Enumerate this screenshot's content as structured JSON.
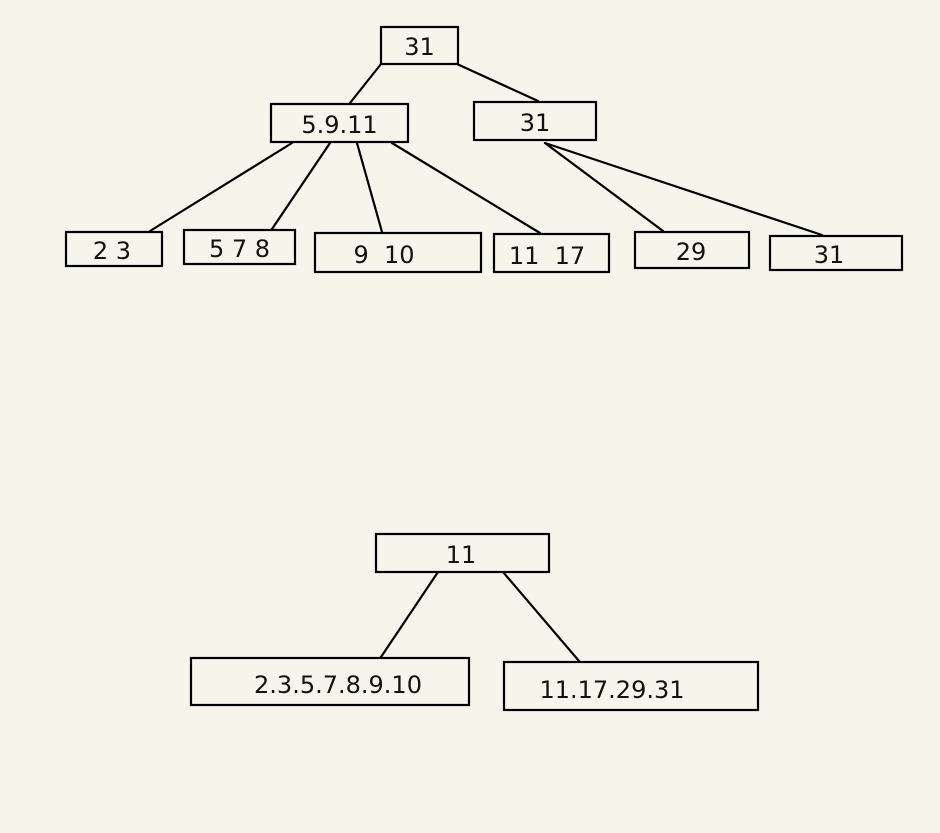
{
  "tree1": {
    "root": {
      "label": "31"
    },
    "internal": [
      {
        "label": "5.9.11"
      },
      {
        "label": "31"
      }
    ],
    "leaves": [
      {
        "label": "2 3"
      },
      {
        "label": "5 7 8"
      },
      {
        "label": "9  10"
      },
      {
        "label": "11  17"
      },
      {
        "label": "29"
      },
      {
        "label": "31"
      }
    ]
  },
  "tree2": {
    "root": {
      "label": "11"
    },
    "leaves": [
      {
        "label": "2.3.5.7.8.9.10"
      },
      {
        "label": "11.17.29.31"
      }
    ]
  }
}
